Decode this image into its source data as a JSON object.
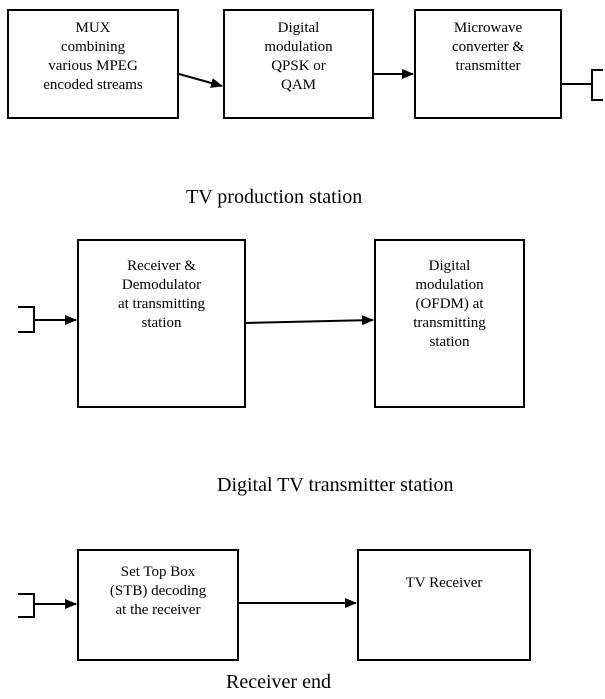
{
  "sections": {
    "production": {
      "caption": "TV production station",
      "blocks": [
        "MUX\ncombining\nvarious MPEG\nencoded streams",
        "Digital\nmodulation\nQPSK or\nQAM",
        "Microwave\nconverter &\ntransmitter"
      ]
    },
    "transmitter": {
      "caption": "Digital TV transmitter station",
      "blocks": [
        "Receiver &\nDemodulator\nat transmitting\nstation",
        "Digital\nmodulation\n(OFDM) at\ntransmitting\nstation"
      ]
    },
    "receiver": {
      "caption": "Receiver end",
      "blocks": [
        "Set Top Box\n(STB) decoding\nat the receiver",
        "TV Receiver"
      ]
    }
  }
}
